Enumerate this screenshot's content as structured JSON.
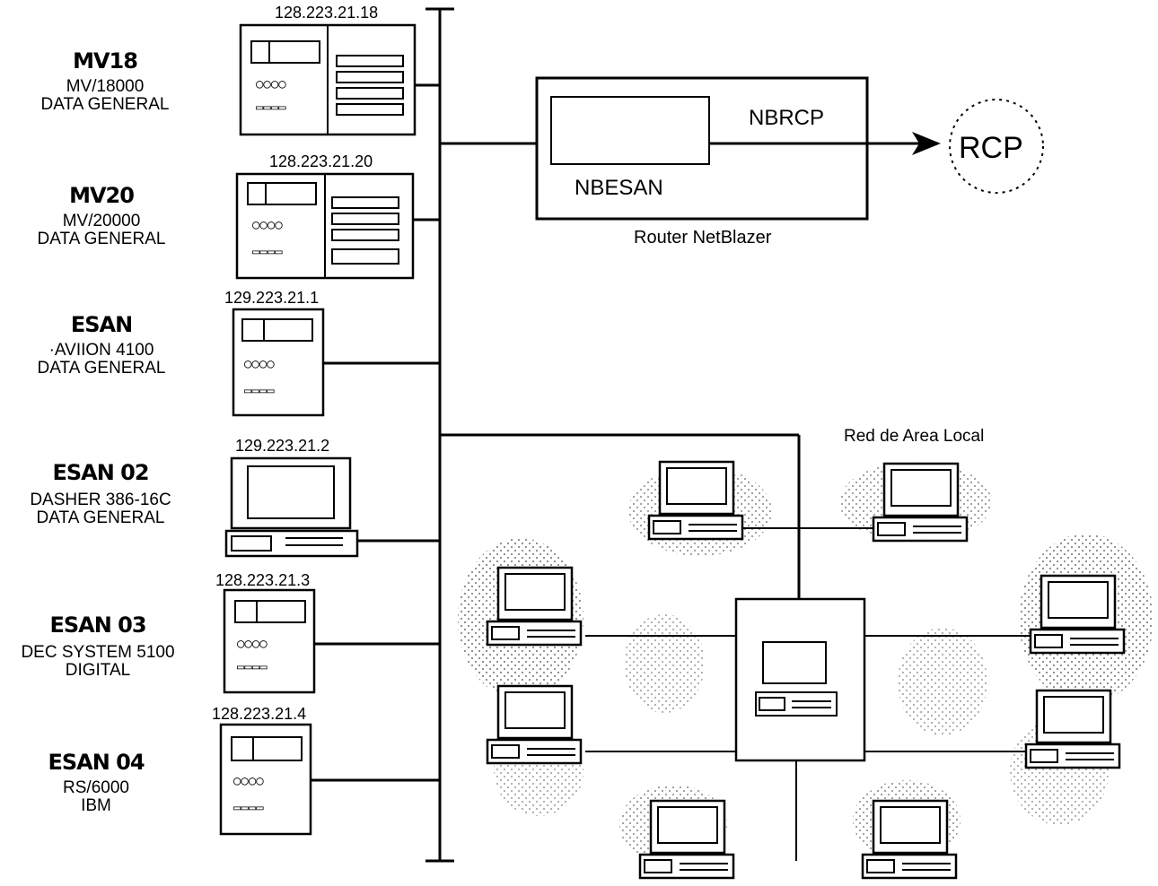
{
  "hosts": [
    {
      "name": "MV18",
      "model": "MV/18000",
      "vendor": "DATA GENERAL",
      "ip": "128.223.21.18"
    },
    {
      "name": "MV20",
      "model": "MV/20000",
      "vendor": "DATA GENERAL",
      "ip": "128.223.21.20"
    },
    {
      "name": "ESAN",
      "model": "·AVIION 4100",
      "vendor": "DATA GENERAL",
      "ip": "129.223.21.1"
    },
    {
      "name": "ESAN 02",
      "model": "DASHER 386-16C",
      "vendor": "DATA GENERAL",
      "ip": "129.223.21.2"
    },
    {
      "name": "ESAN 03",
      "model": "DEC SYSTEM 5100",
      "vendor": "DIGITAL",
      "ip": "128.223.21.3"
    },
    {
      "name": "ESAN 04",
      "model": "RS/6000",
      "vendor": "IBM",
      "ip": "128.223.21.4"
    }
  ],
  "router": {
    "inner_label": "NBESAN",
    "link_label": "NBRCP",
    "caption": "Router NetBlazer"
  },
  "remote": {
    "label": "RCP"
  },
  "lan": {
    "label": "Red de Area Local"
  }
}
